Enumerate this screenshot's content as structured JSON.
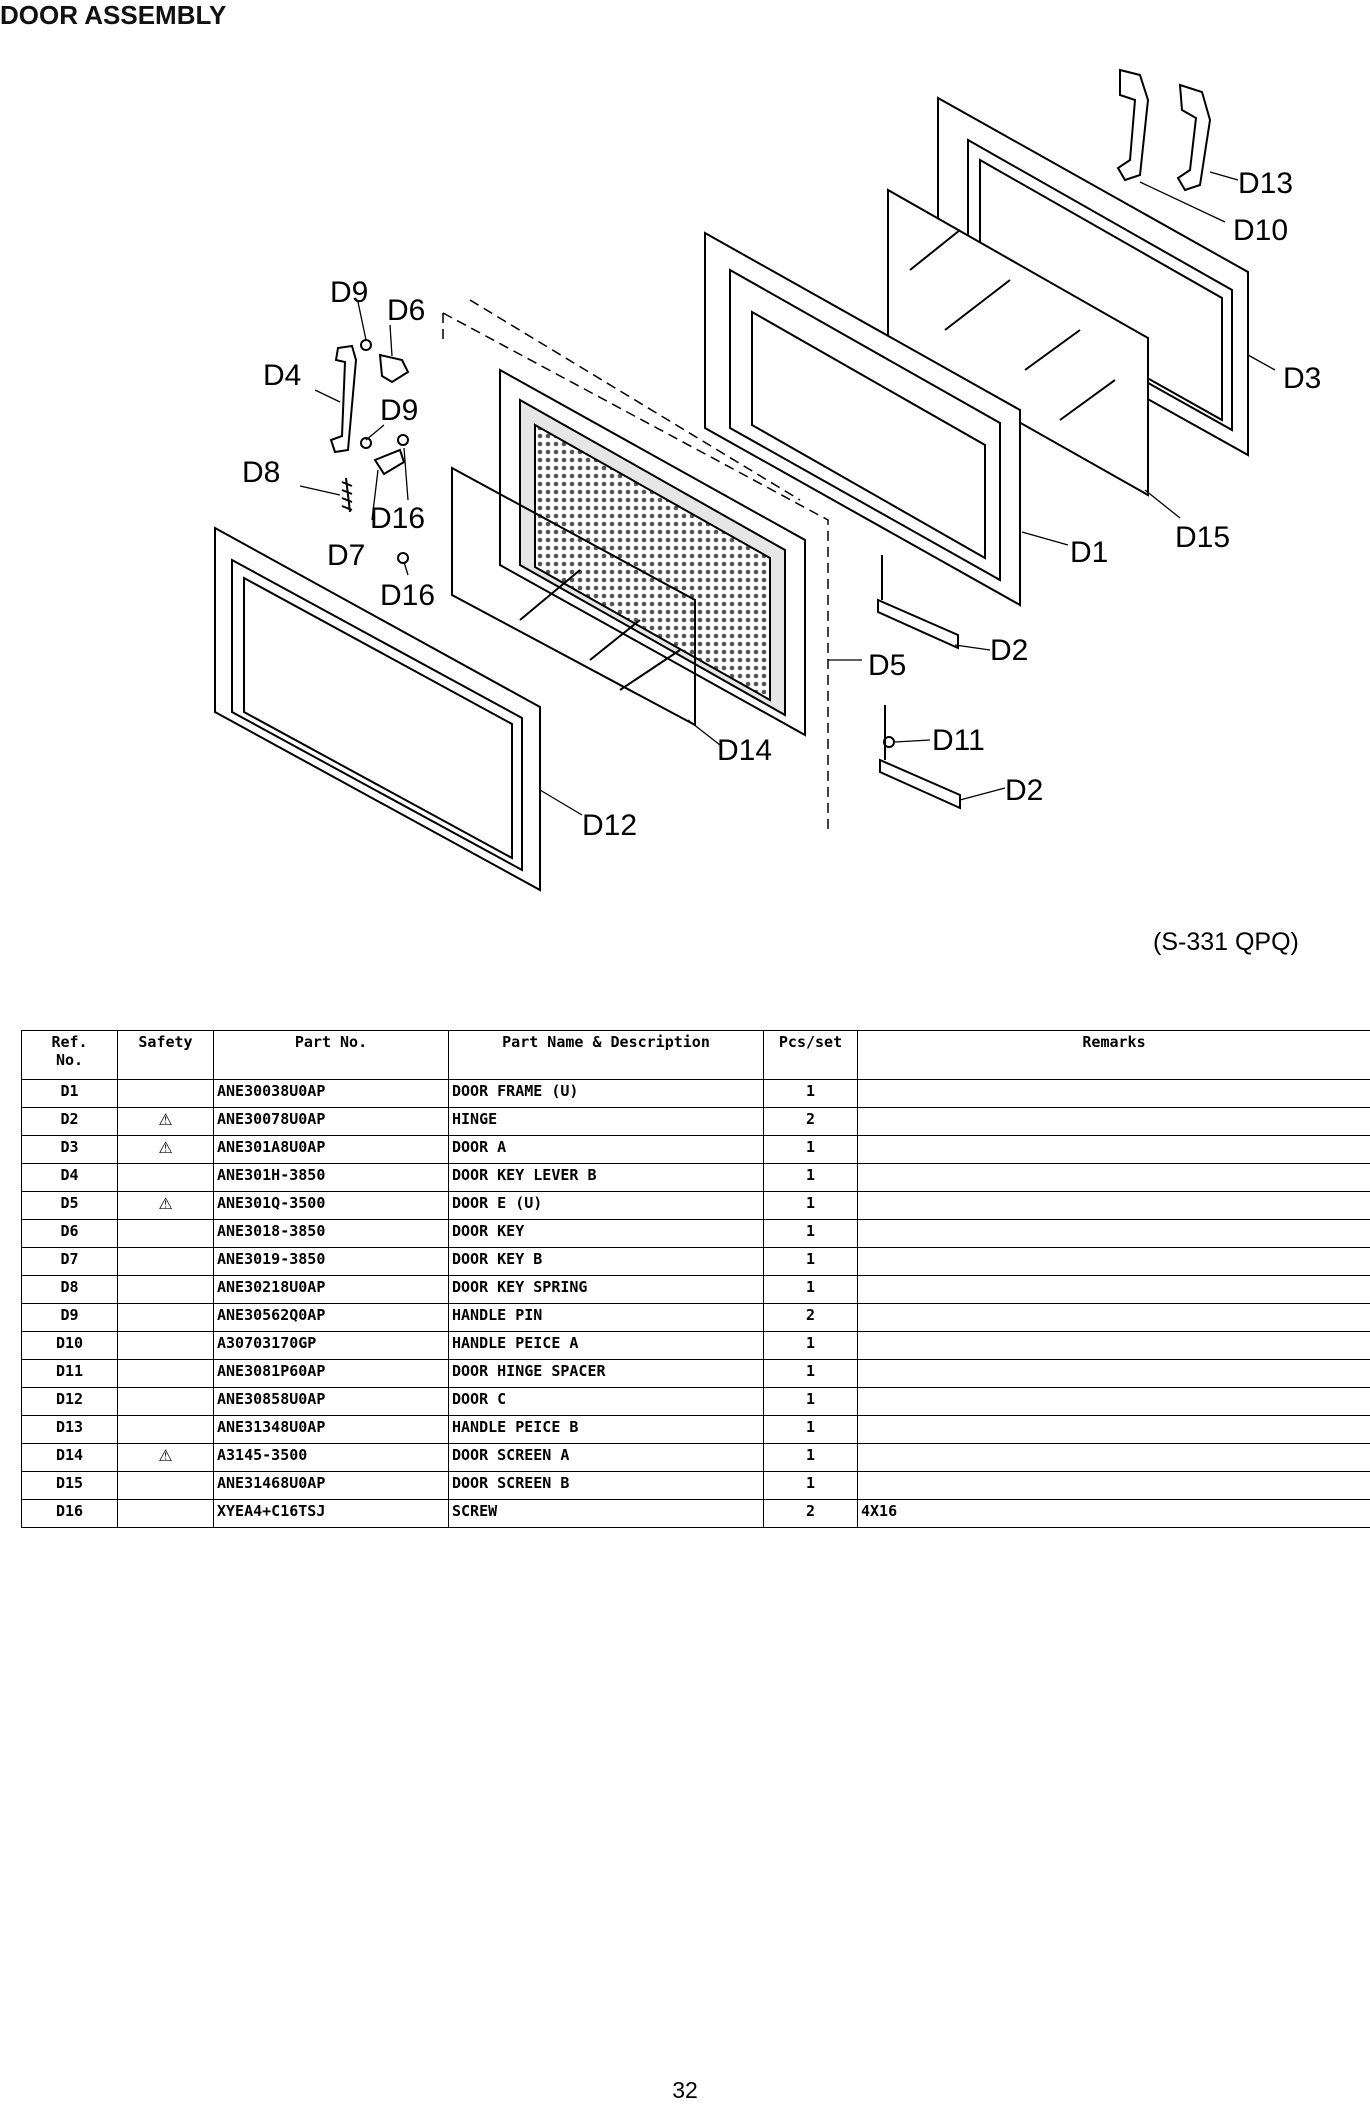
{
  "document": {
    "title": "DOOR ASSEMBLY",
    "model_code": "(S-331 QPQ)",
    "page_number": "32"
  },
  "diagram": {
    "callouts": {
      "d1": "D1",
      "d2a": "D2",
      "d2b": "D2",
      "d3": "D3",
      "d4": "D4",
      "d5": "D5",
      "d6": "D6",
      "d7": "D7",
      "d8": "D8",
      "d9a": "D9",
      "d9b": "D9",
      "d10": "D10",
      "d11": "D11",
      "d12": "D12",
      "d13": "D13",
      "d14": "D14",
      "d15": "D15",
      "d16a": "D16",
      "d16b": "D16"
    }
  },
  "table": {
    "headers": {
      "ref": "Ref.",
      "ref2": "No.",
      "safety": "Safety",
      "part_no": "Part No.",
      "name": "Part Name & Description",
      "pcs": "Pcs/set",
      "remarks": "Remarks"
    },
    "safety_symbol": "⚠",
    "rows": [
      {
        "ref": "D1",
        "safety": "",
        "part_no": "ANE30038U0AP",
        "name": "DOOR FRAME (U)",
        "pcs": "1",
        "remarks": ""
      },
      {
        "ref": "D2",
        "safety": "⚠",
        "part_no": "ANE30078U0AP",
        "name": "HINGE",
        "pcs": "2",
        "remarks": ""
      },
      {
        "ref": "D3",
        "safety": "⚠",
        "part_no": "ANE301A8U0AP",
        "name": "DOOR A",
        "pcs": "1",
        "remarks": ""
      },
      {
        "ref": "D4",
        "safety": "",
        "part_no": "ANE301H-3850",
        "name": "DOOR KEY LEVER B",
        "pcs": "1",
        "remarks": ""
      },
      {
        "ref": "D5",
        "safety": "⚠",
        "part_no": "ANE301Q-3500",
        "name": "DOOR E (U)",
        "pcs": "1",
        "remarks": ""
      },
      {
        "ref": "D6",
        "safety": "",
        "part_no": "ANE3018-3850",
        "name": "DOOR KEY",
        "pcs": "1",
        "remarks": ""
      },
      {
        "ref": "D7",
        "safety": "",
        "part_no": "ANE3019-3850",
        "name": "DOOR KEY B",
        "pcs": "1",
        "remarks": ""
      },
      {
        "ref": "D8",
        "safety": "",
        "part_no": "ANE30218U0AP",
        "name": "DOOR KEY SPRING",
        "pcs": "1",
        "remarks": ""
      },
      {
        "ref": "D9",
        "safety": "",
        "part_no": "ANE30562Q0AP",
        "name": "HANDLE PIN",
        "pcs": "2",
        "remarks": ""
      },
      {
        "ref": "D10",
        "safety": "",
        "part_no": "A30703170GP",
        "name": "HANDLE PEICE A",
        "pcs": "1",
        "remarks": ""
      },
      {
        "ref": "D11",
        "safety": "",
        "part_no": "ANE3081P60AP",
        "name": "DOOR HINGE SPACER",
        "pcs": "1",
        "remarks": ""
      },
      {
        "ref": "D12",
        "safety": "",
        "part_no": "ANE30858U0AP",
        "name": "DOOR C",
        "pcs": "1",
        "remarks": ""
      },
      {
        "ref": "D13",
        "safety": "",
        "part_no": "ANE31348U0AP",
        "name": "HANDLE PEICE B",
        "pcs": "1",
        "remarks": ""
      },
      {
        "ref": "D14",
        "safety": "⚠",
        "part_no": "A3145-3500",
        "name": "DOOR SCREEN A",
        "pcs": "1",
        "remarks": ""
      },
      {
        "ref": "D15",
        "safety": "",
        "part_no": "ANE31468U0AP",
        "name": "DOOR SCREEN B",
        "pcs": "1",
        "remarks": ""
      },
      {
        "ref": "D16",
        "safety": "",
        "part_no": "XYEA4+C16TSJ",
        "name": "SCREW",
        "pcs": "2",
        "remarks": "4X16"
      }
    ]
  }
}
